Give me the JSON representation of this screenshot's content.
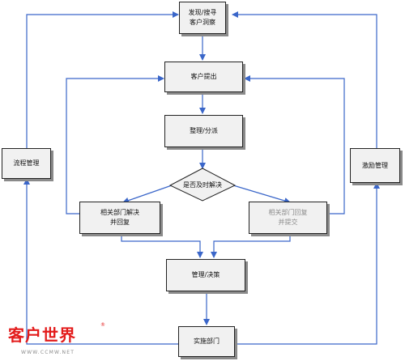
{
  "diagram": {
    "nodes": {
      "launch": [
        "发现/搜寻",
        "客户洞察"
      ],
      "submit": [
        "客户提出"
      ],
      "sort": [
        "整理/分派"
      ],
      "decide": [
        "是否及时解决"
      ],
      "dept_solve": [
        "相关部门解决",
        "并回复"
      ],
      "dept_reply": [
        "相关部门回复",
        "并提交"
      ],
      "manage": [
        "管理/决策"
      ],
      "impl": [
        "实施部门"
      ],
      "process": [
        "流程管理"
      ],
      "incentive": [
        "激励管理"
      ]
    },
    "colors": {
      "edge": "#3a66c9",
      "box_fill": "#f1f1f1",
      "box_border": "#222222",
      "shadow": "#8a8a8a"
    }
  },
  "watermark": {
    "brand": "客户世界",
    "mark": "®",
    "url": "WWW.CCMW.NET"
  }
}
